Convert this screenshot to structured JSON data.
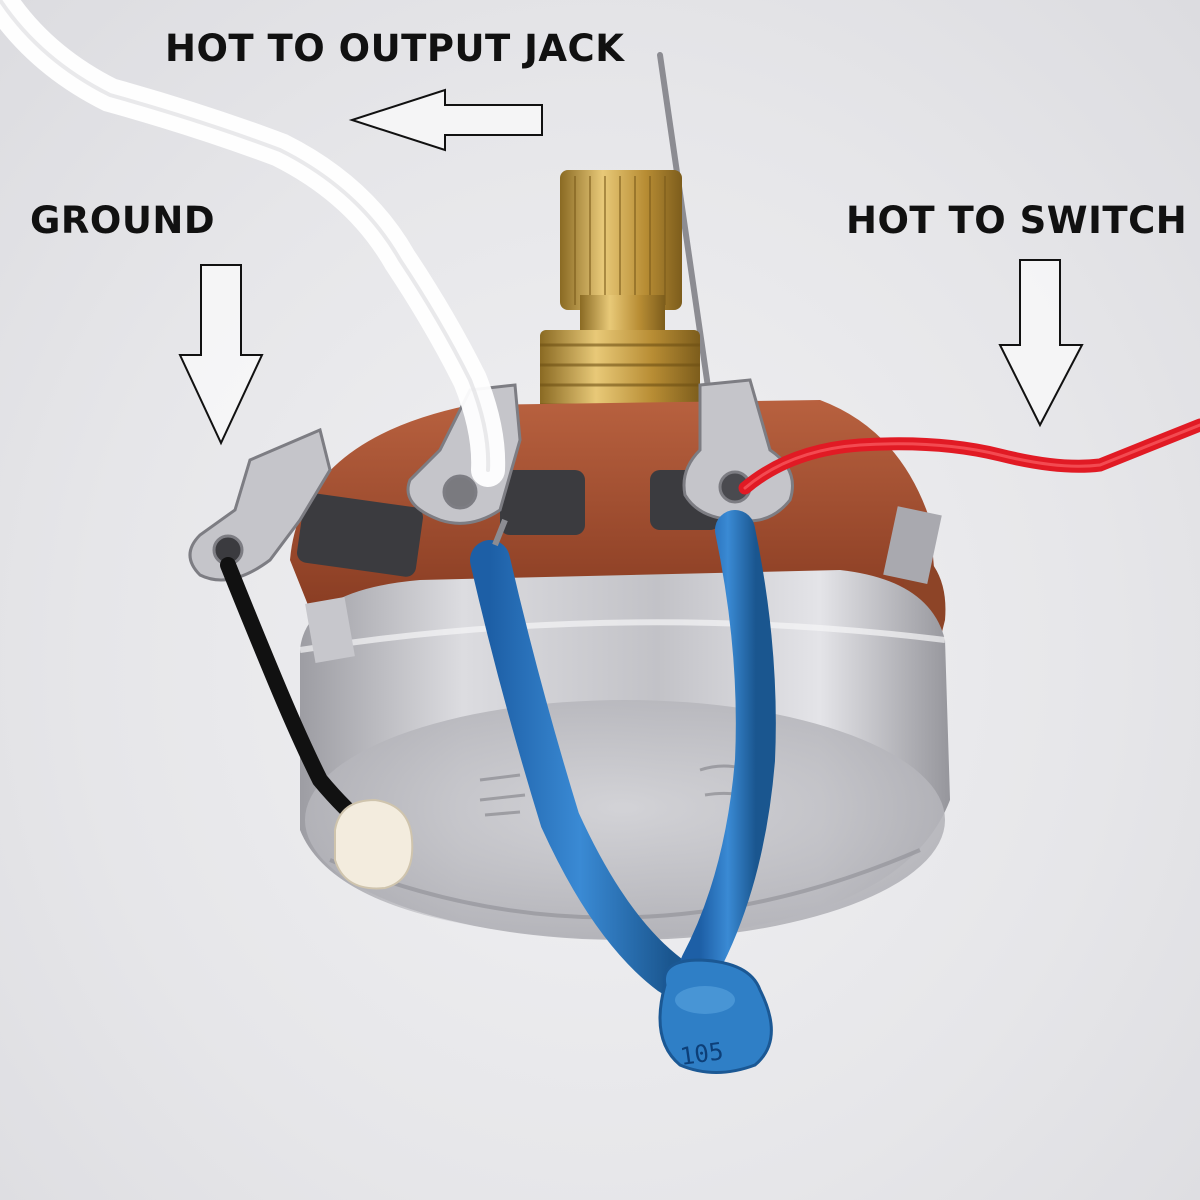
{
  "labels": {
    "hot_to_output_jack": "HOT TO OUTPUT JACK",
    "ground": "GROUND",
    "hot_to_switch": "HOT TO SWITCH"
  },
  "capacitor": {
    "code": "105"
  },
  "colors": {
    "hot_output_wire": "#ffffff",
    "ground_wire": "#111111",
    "hot_switch_wire": "#e11a24",
    "capacitor": "#2f7fc6",
    "pot_body": "#c8c8cc",
    "shaft": "#c9a14a"
  },
  "icons": [
    "arrow-left-icon",
    "arrow-down-icon",
    "arrow-down-icon"
  ]
}
